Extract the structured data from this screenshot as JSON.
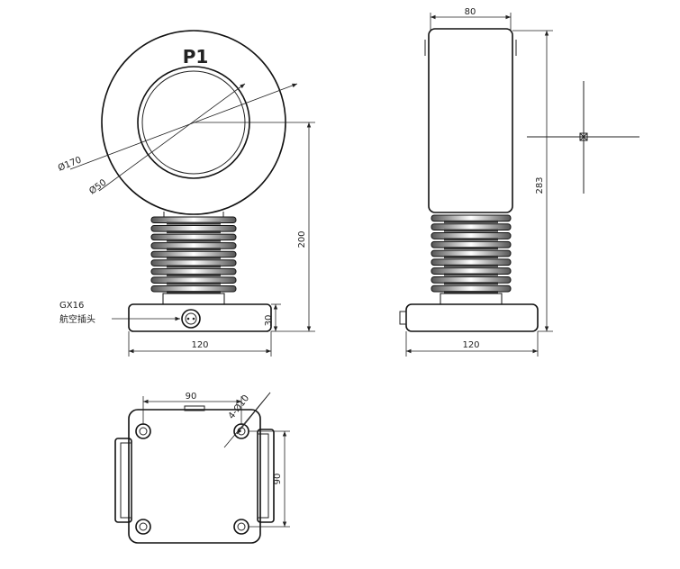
{
  "front_view": {
    "title": "P1",
    "outer_diameter": "Ø170",
    "inner_diameter": "Ø50",
    "height_dim": "200",
    "base_height_dim": "30",
    "base_width_dim": "120",
    "connector_code": "GX16",
    "connector_label": "航空插头"
  },
  "side_view": {
    "top_width_dim": "80",
    "total_height_dim": "283",
    "base_width_dim": "120"
  },
  "bottom_view": {
    "hole_spacing_x_dim": "90",
    "hole_spacing_y_dim": "90",
    "hole_callout": "4-Ø10"
  }
}
